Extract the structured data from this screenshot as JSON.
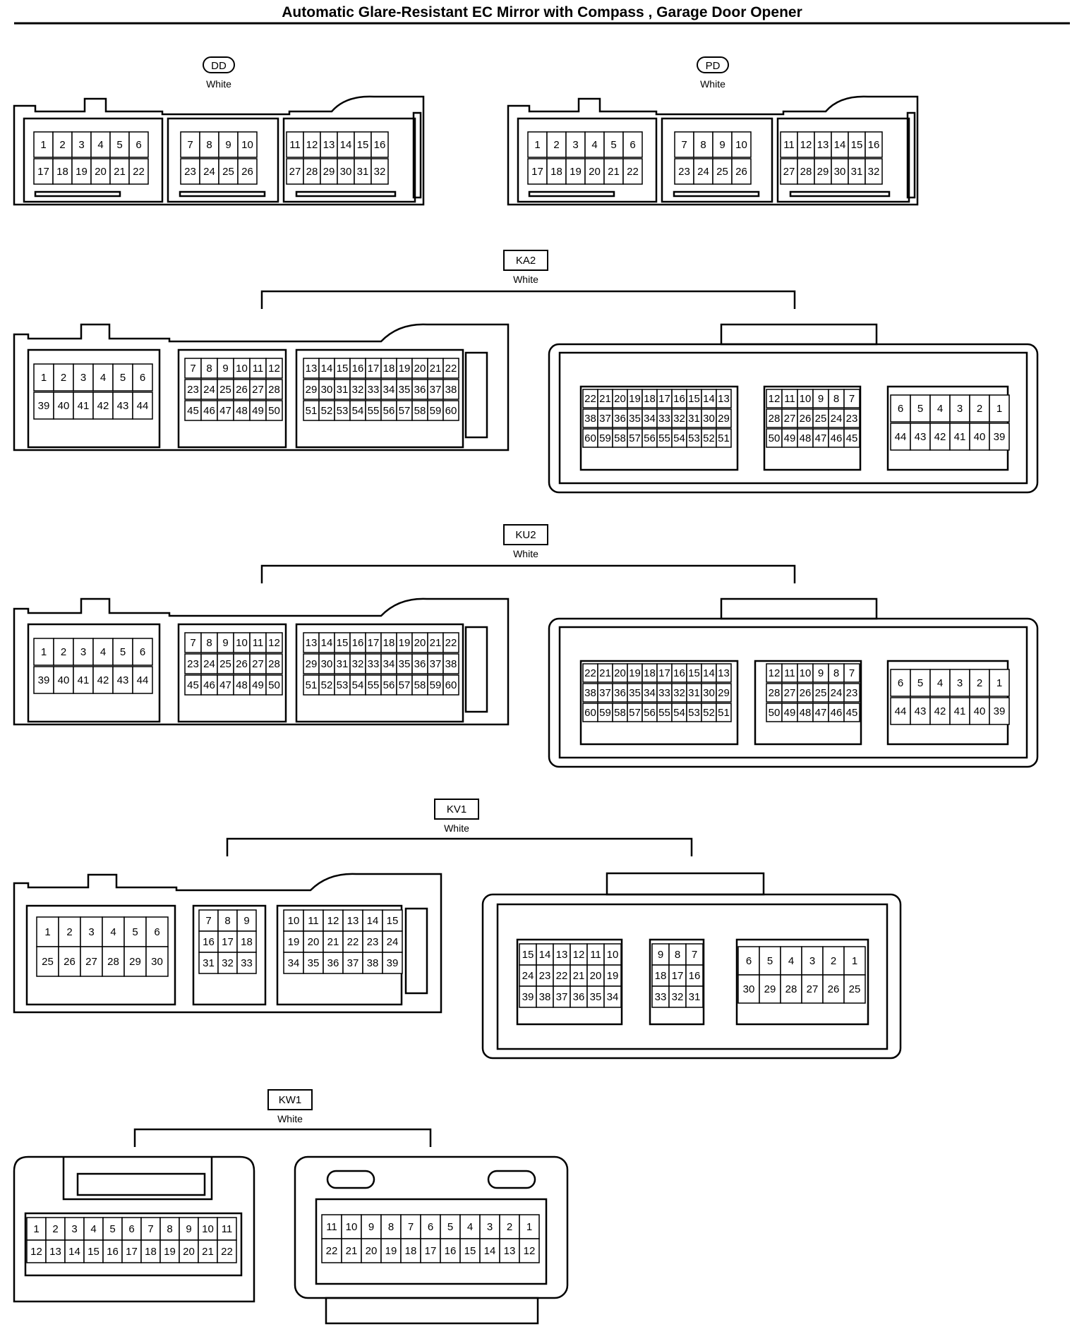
{
  "title": "Automatic Glare-Resistant EC Mirror with Compass , Garage Door Opener",
  "connectors": [
    {
      "id": "DD",
      "color": "White",
      "label_style": "oval",
      "pins": [
        [
          "1",
          "2",
          "3",
          "4",
          "5",
          "6"
        ],
        [
          "17",
          "18",
          "19",
          "20",
          "21",
          "22"
        ],
        [
          "7",
          "8",
          "9",
          "10"
        ],
        [
          "23",
          "24",
          "25",
          "26"
        ],
        [
          "11",
          "12",
          "13",
          "14",
          "15",
          "16"
        ],
        [
          "27",
          "28",
          "29",
          "30",
          "31",
          "32"
        ]
      ]
    },
    {
      "id": "PD",
      "color": "White",
      "label_style": "oval",
      "pins": [
        [
          "1",
          "2",
          "3",
          "4",
          "5",
          "6"
        ],
        [
          "17",
          "18",
          "19",
          "20",
          "21",
          "22"
        ],
        [
          "7",
          "8",
          "9",
          "10"
        ],
        [
          "23",
          "24",
          "25",
          "26"
        ],
        [
          "11",
          "12",
          "13",
          "14",
          "15",
          "16"
        ],
        [
          "27",
          "28",
          "29",
          "30",
          "31",
          "32"
        ]
      ]
    },
    {
      "id": "KA2",
      "color": "White",
      "label_style": "box",
      "left_pins": [
        [
          "1",
          "2",
          "3",
          "4",
          "5",
          "6"
        ],
        [
          "39",
          "40",
          "41",
          "42",
          "43",
          "44"
        ],
        [
          "7",
          "8",
          "9",
          "10",
          "11",
          "12"
        ],
        [
          "23",
          "24",
          "25",
          "26",
          "27",
          "28"
        ],
        [
          "45",
          "46",
          "47",
          "48",
          "49",
          "50"
        ],
        [
          "13",
          "14",
          "15",
          "16",
          "17",
          "18",
          "19",
          "20",
          "21",
          "22"
        ],
        [
          "29",
          "30",
          "31",
          "32",
          "33",
          "34",
          "35",
          "36",
          "37",
          "38"
        ],
        [
          "51",
          "52",
          "53",
          "54",
          "55",
          "56",
          "57",
          "58",
          "59",
          "60"
        ]
      ],
      "right_pins": [
        [
          "22",
          "21",
          "20",
          "19",
          "18",
          "17",
          "16",
          "15",
          "14",
          "13"
        ],
        [
          "38",
          "37",
          "36",
          "35",
          "34",
          "33",
          "32",
          "31",
          "30",
          "29"
        ],
        [
          "60",
          "59",
          "58",
          "57",
          "56",
          "55",
          "54",
          "53",
          "52",
          "51"
        ],
        [
          "12",
          "11",
          "10",
          "9",
          "8",
          "7"
        ],
        [
          "28",
          "27",
          "26",
          "25",
          "24",
          "23"
        ],
        [
          "50",
          "49",
          "48",
          "47",
          "46",
          "45"
        ],
        [
          "6",
          "5",
          "4",
          "3",
          "2",
          "1"
        ],
        [
          "44",
          "43",
          "42",
          "41",
          "40",
          "39"
        ]
      ]
    },
    {
      "id": "KU2",
      "color": "White",
      "label_style": "box",
      "left_pins": [
        [
          "1",
          "2",
          "3",
          "4",
          "5",
          "6"
        ],
        [
          "39",
          "40",
          "41",
          "42",
          "43",
          "44"
        ],
        [
          "7",
          "8",
          "9",
          "10",
          "11",
          "12"
        ],
        [
          "23",
          "24",
          "25",
          "26",
          "27",
          "28"
        ],
        [
          "45",
          "46",
          "47",
          "48",
          "49",
          "50"
        ],
        [
          "13",
          "14",
          "15",
          "16",
          "17",
          "18",
          "19",
          "20",
          "21",
          "22"
        ],
        [
          "29",
          "30",
          "31",
          "32",
          "33",
          "34",
          "35",
          "36",
          "37",
          "38"
        ],
        [
          "51",
          "52",
          "53",
          "54",
          "55",
          "56",
          "57",
          "58",
          "59",
          "60"
        ]
      ],
      "right_pins": [
        [
          "22",
          "21",
          "20",
          "19",
          "18",
          "17",
          "16",
          "15",
          "14",
          "13"
        ],
        [
          "38",
          "37",
          "36",
          "35",
          "34",
          "33",
          "32",
          "31",
          "30",
          "29"
        ],
        [
          "60",
          "59",
          "58",
          "57",
          "56",
          "55",
          "54",
          "53",
          "52",
          "51"
        ],
        [
          "12",
          "11",
          "10",
          "9",
          "8",
          "7"
        ],
        [
          "28",
          "27",
          "26",
          "25",
          "24",
          "23"
        ],
        [
          "50",
          "49",
          "48",
          "47",
          "46",
          "45"
        ],
        [
          "6",
          "5",
          "4",
          "3",
          "2",
          "1"
        ],
        [
          "44",
          "43",
          "42",
          "41",
          "40",
          "39"
        ]
      ]
    },
    {
      "id": "KV1",
      "color": "White",
      "label_style": "box",
      "left_pins": [
        [
          "1",
          "2",
          "3",
          "4",
          "5",
          "6"
        ],
        [
          "25",
          "26",
          "27",
          "28",
          "29",
          "30"
        ],
        [
          "7",
          "8",
          "9"
        ],
        [
          "16",
          "17",
          "18"
        ],
        [
          "31",
          "32",
          "33"
        ],
        [
          "10",
          "11",
          "12",
          "13",
          "14",
          "15"
        ],
        [
          "19",
          "20",
          "21",
          "22",
          "23",
          "24"
        ],
        [
          "34",
          "35",
          "36",
          "37",
          "38",
          "39"
        ]
      ],
      "right_pins": [
        [
          "15",
          "14",
          "13",
          "12",
          "11",
          "10"
        ],
        [
          "24",
          "23",
          "22",
          "21",
          "20",
          "19"
        ],
        [
          "39",
          "38",
          "37",
          "36",
          "35",
          "34"
        ],
        [
          "9",
          "8",
          "7"
        ],
        [
          "18",
          "17",
          "16"
        ],
        [
          "33",
          "32",
          "31"
        ],
        [
          "6",
          "5",
          "4",
          "3",
          "2",
          "1"
        ],
        [
          "30",
          "29",
          "28",
          "27",
          "26",
          "25"
        ]
      ]
    },
    {
      "id": "KW1",
      "color": "White",
      "label_style": "box",
      "left_pins": [
        [
          "1",
          "2",
          "3",
          "4",
          "5",
          "6",
          "7",
          "8",
          "9",
          "10",
          "11"
        ],
        [
          "12",
          "13",
          "14",
          "15",
          "16",
          "17",
          "18",
          "19",
          "20",
          "21",
          "22"
        ]
      ],
      "right_pins": [
        [
          "11",
          "10",
          "9",
          "8",
          "7",
          "6",
          "5",
          "4",
          "3",
          "2",
          "1"
        ],
        [
          "22",
          "21",
          "20",
          "19",
          "18",
          "17",
          "16",
          "15",
          "14",
          "13",
          "12"
        ]
      ]
    }
  ]
}
